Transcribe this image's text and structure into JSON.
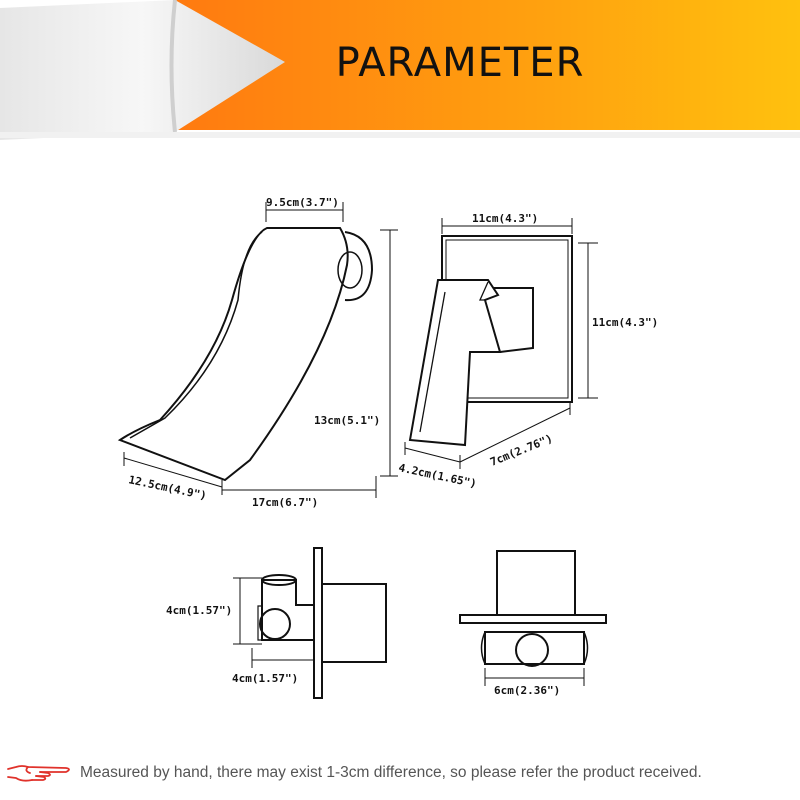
{
  "header": {
    "title": "PARAMETER"
  },
  "dimensions": {
    "spout_top_width": "9.5cm(3.7\")",
    "spout_depth": "12.5cm(4.9\")",
    "spout_length": "17cm(6.7\")",
    "spout_height": "13cm(5.1\")",
    "plate_width": "11cm(4.3\")",
    "plate_height": "11cm(4.3\")",
    "handle_depth": "7cm(2.76\")",
    "handle_base": "4.2cm(1.65\")",
    "valve_height": "4cm(1.57\")",
    "valve_width": "4cm(1.57\")",
    "valve_body_width": "6cm(2.36\")"
  },
  "footer": {
    "note": "Measured by hand, there may exist 1-3cm difference, so please refer the product received."
  }
}
